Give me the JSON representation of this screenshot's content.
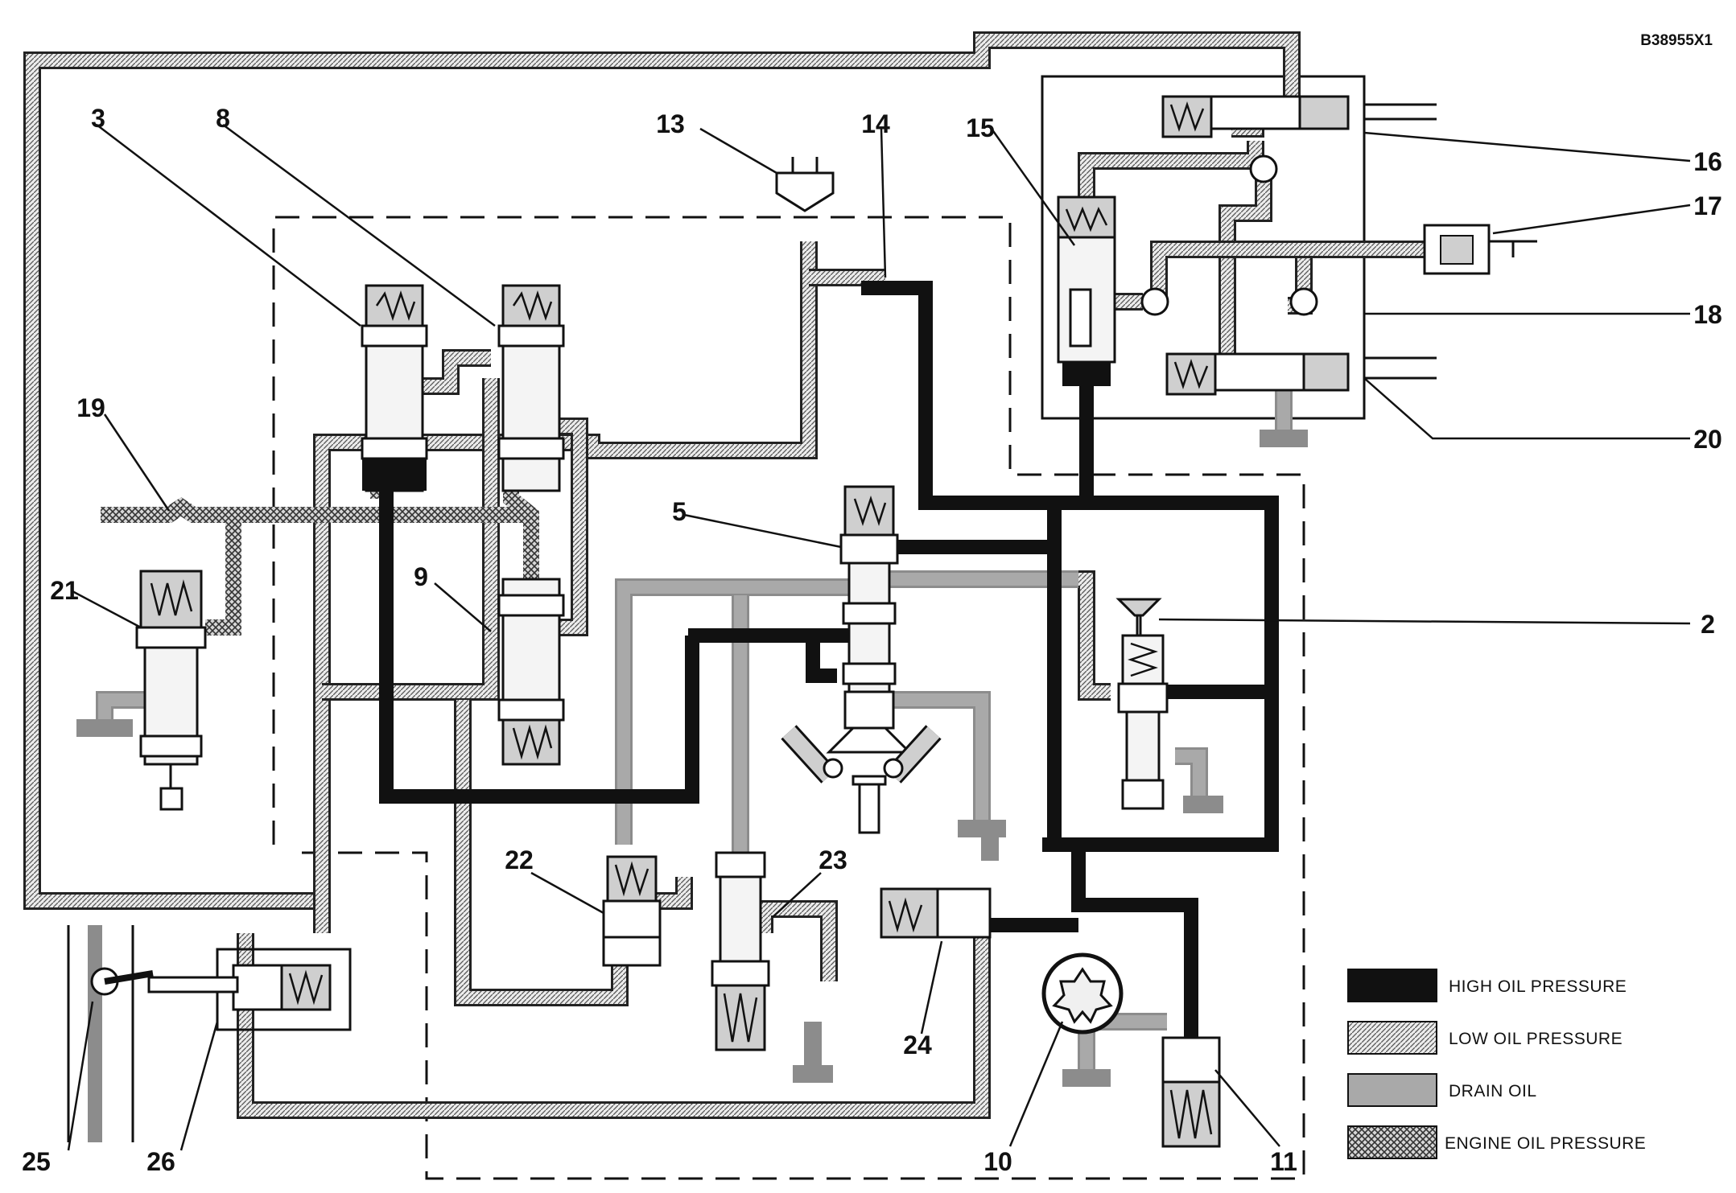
{
  "figure_code": "B38955X1",
  "callouts": {
    "c2": "2",
    "c3": "3",
    "c5": "5",
    "c8": "8",
    "c9": "9",
    "c10": "10",
    "c11": "11",
    "c13": "13",
    "c14": "14",
    "c15": "15",
    "c16": "16",
    "c17": "17",
    "c18": "18",
    "c19": "19",
    "c20": "20",
    "c21": "21",
    "c22": "22",
    "c23": "23",
    "c24": "24",
    "c25": "25",
    "c26": "26"
  },
  "legend": [
    {
      "label": "HIGH OIL PRESSURE",
      "pattern": "solid-black",
      "color": "#111111"
    },
    {
      "label": "LOW OIL PRESSURE",
      "pattern": "fine-hatch",
      "color": "#d9d9d9"
    },
    {
      "label": "DRAIN OIL",
      "pattern": "solid-gray",
      "color": "#a9a9a9"
    },
    {
      "label": "ENGINE OIL PRESSURE",
      "pattern": "cross-hatch",
      "color": "#bdbdbd"
    }
  ]
}
